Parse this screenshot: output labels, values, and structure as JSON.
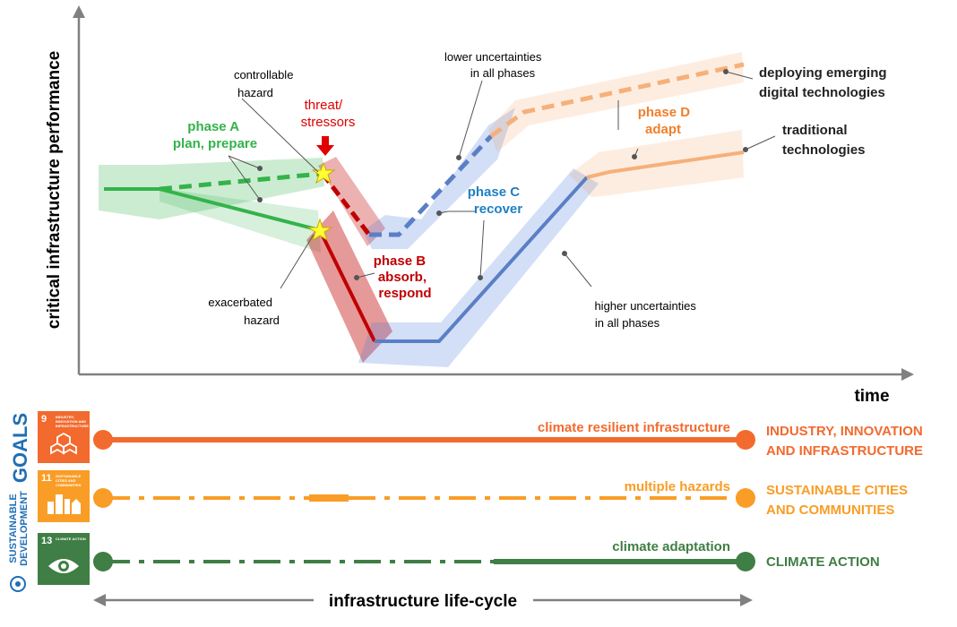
{
  "axes": {
    "y_label": "critical infrastructure performance",
    "x_label": "time"
  },
  "phases": {
    "a": {
      "line1": "phase A",
      "line2": "plan, prepare",
      "color": "#33b34a"
    },
    "b": {
      "line1": "phase B",
      "line2": "absorb,",
      "line3": "respond",
      "color": "#c00000"
    },
    "c": {
      "line1": "phase C",
      "line2": "recover",
      "color": "#1f7fc4"
    },
    "d": {
      "line1": "phase D",
      "line2": "adapt",
      "color": "#f07f2a"
    }
  },
  "annotations": {
    "controllable": {
      "line1": "controllable",
      "line2": "hazard"
    },
    "threat": {
      "line1": "threat/",
      "line2": "stressors"
    },
    "exacerbated": {
      "line1": "exacerbated",
      "line2": "hazard"
    },
    "lower_unc": {
      "line1": "lower uncertainties",
      "line2": "in all phases"
    },
    "higher_unc": {
      "line1": "higher uncertainties",
      "line2": "in all phases"
    },
    "emerging": {
      "line1": "deploying emerging",
      "line2": "digital technologies"
    },
    "traditional": {
      "line1": "traditional",
      "line2": "technologies"
    }
  },
  "sdg": {
    "vertical_line1": "SUSTAINABLE",
    "vertical_line2": "DEVELOPMENT",
    "vertical_word": "GOALS",
    "goals": [
      {
        "number": "9",
        "caption": "INDUSTRY, INNOVATION AND INFRASTRUCTURE",
        "line_label": "climate resilient infrastructure",
        "right_line1": "INDUSTRY, INNOVATION",
        "right_line2": "AND INFRASTRUCTURE",
        "color": "#f26a2e",
        "icon": "cubes-icon"
      },
      {
        "number": "11",
        "caption": "SUSTAINABLE CITIES AND COMMUNITIES",
        "line_label": "multiple hazards",
        "right_line1": "SUSTAINABLE CITIES",
        "right_line2": "AND COMMUNITIES",
        "color": "#f99d26",
        "icon": "buildings-icon"
      },
      {
        "number": "13",
        "caption": "CLIMATE ACTION",
        "line_label": "climate adaptation",
        "right_line1": "CLIMATE ACTION",
        "right_line2": "",
        "color": "#3f7e44",
        "icon": "eye-globe-icon"
      }
    ]
  },
  "lifecycle_label": "infrastructure life-cycle"
}
